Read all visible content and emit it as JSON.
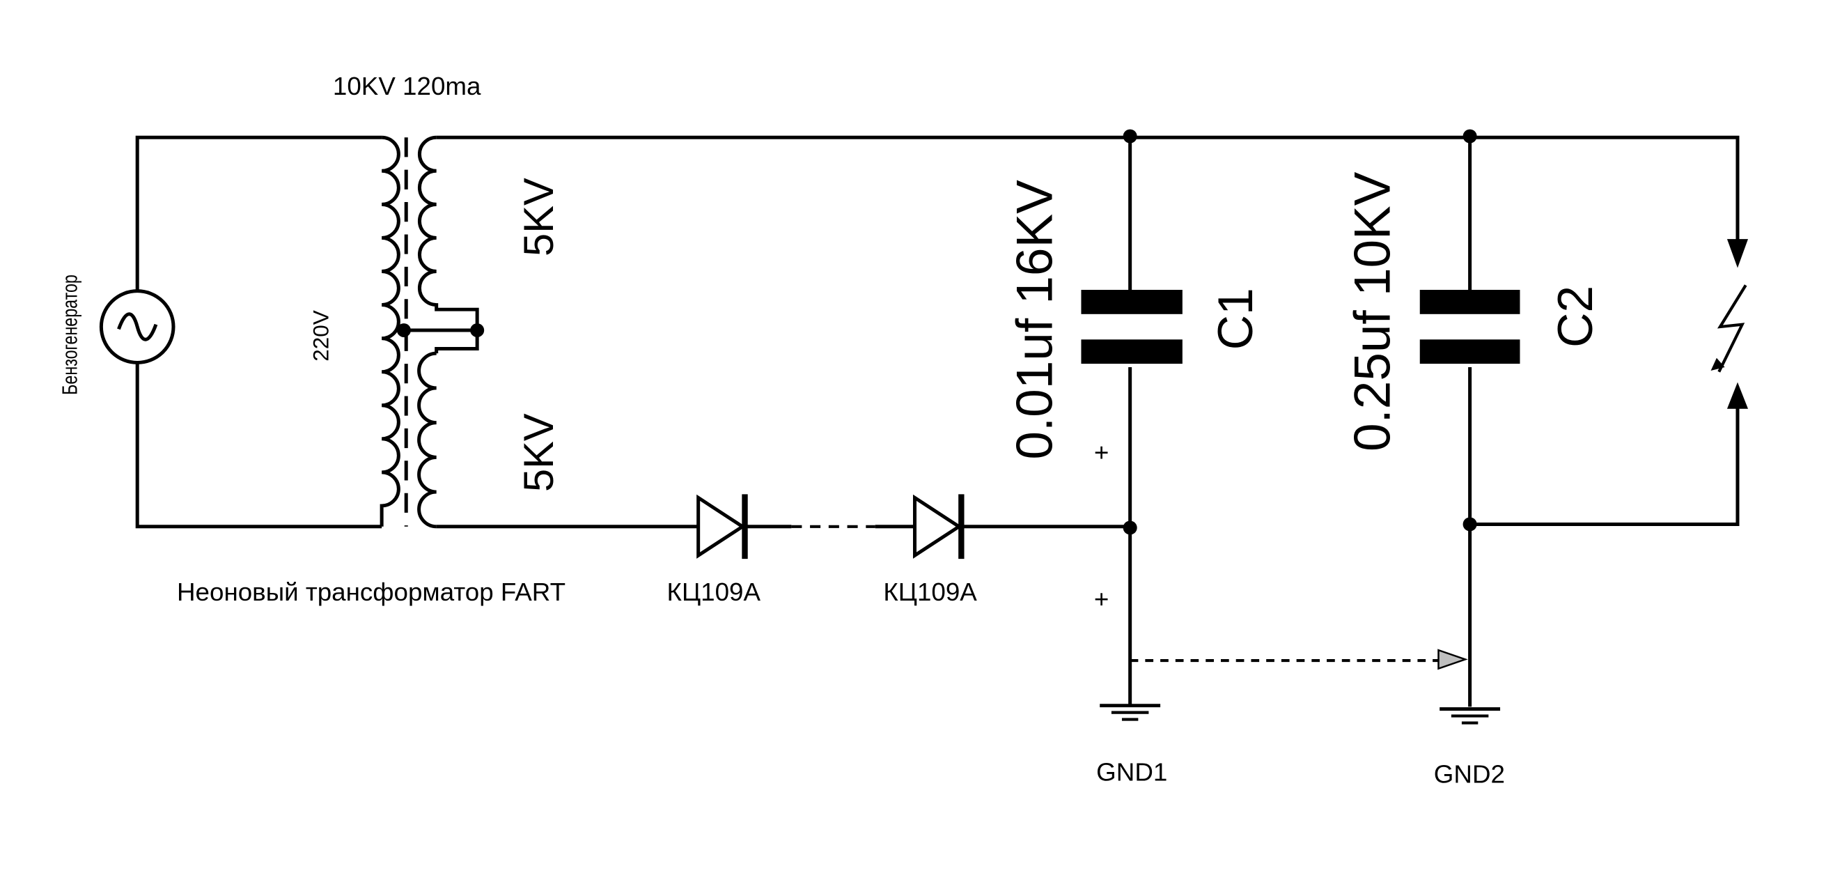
{
  "labels": {
    "generator": "Бензогенератор",
    "transformer_rating": "10KV 120ma",
    "primary_voltage": "220V",
    "secondary_top": "5KV",
    "secondary_bottom": "5KV",
    "transformer_name": "Неоновый трансформатор FART",
    "diode1": "КЦ109А",
    "diode2": "КЦ109А",
    "c1_value": "0.01uf 16KV",
    "c1_name": "C1",
    "c2_value": "0.25uf  10KV",
    "c2_name": "C2",
    "plus_top": "+",
    "plus_bottom": "+",
    "gnd1": "GND1",
    "gnd2": "GND2"
  },
  "colors": {
    "ink": "#000000",
    "arrow_fill": "#bfbfbf"
  }
}
